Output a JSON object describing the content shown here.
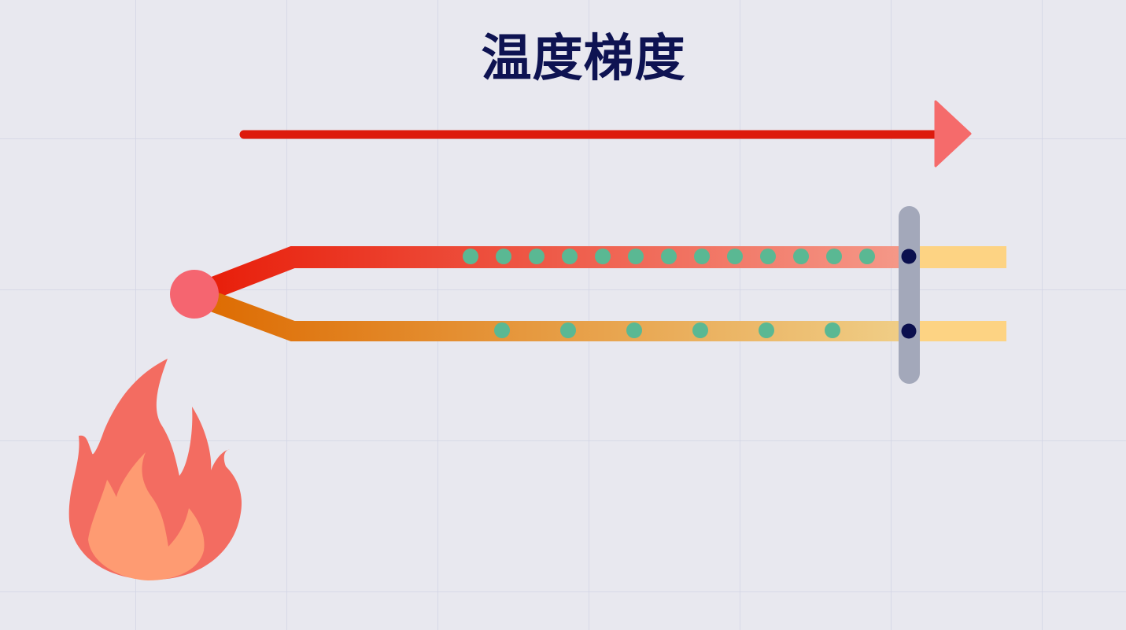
{
  "title": "温度梯度",
  "colors": {
    "background": "#e8e8ef",
    "title": "#0e1352",
    "gradient_arrow": "#dd1a0c",
    "arrow_head": "#f56b6b",
    "upper_tube_hot": "#e81c08",
    "upper_tube_cool": "#f59a8a",
    "lower_tube_hot": "#dd6a00",
    "lower_tube_cool": "#f0cf88",
    "tube_end": "#fdd383",
    "particle": "#5ab893",
    "barrier": "#a3a8ba",
    "barrier_dot": "#0b0f4e",
    "junction": "#f56570",
    "flame_outer": "#f36c61",
    "flame_inner": "#fe9b72"
  },
  "icons": {
    "heat_source": "flame-icon",
    "direction": "arrow-right-icon"
  },
  "particles": {
    "upper_count": 13,
    "lower_count": 6
  }
}
